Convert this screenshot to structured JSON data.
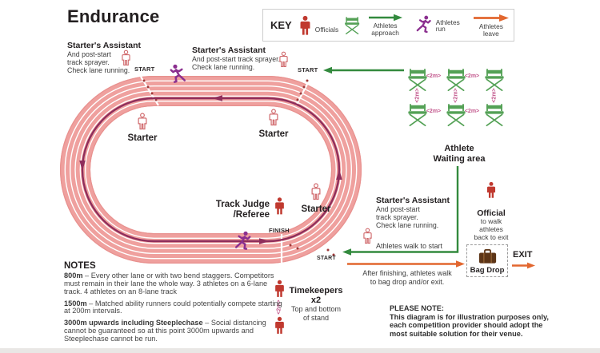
{
  "title": "Endurance",
  "key": {
    "title": "KEY",
    "officials_label": "Officials",
    "approach_label": "Athletes approach",
    "run_label": "Athletes run",
    "leave_label": "Athletes leave"
  },
  "labels": {
    "start": "START",
    "finish": "FINISH"
  },
  "officials": {
    "sa1": {
      "title": "Starter's Assistant",
      "body": "And post-start\ntrack sprayer.\nCheck lane running."
    },
    "sa2": {
      "title": "Starter's Assistant",
      "body": "And post-start track sprayer.\nCheck lane running."
    },
    "sa3": {
      "title": "Starter's Assistant",
      "body": "And post-start\ntrack sprayer.\nCheck lane running."
    },
    "starter1": "Starter",
    "starter2": "Starter",
    "starter3": "Starter",
    "track_judge": "Track Judge\n/Referee",
    "official": {
      "title": "Official",
      "body": "to walk\nathletes\nback to exit"
    },
    "timekeepers": {
      "title": "Timekeepers",
      "count": "x2",
      "body": "Top and bottom\nof stand"
    }
  },
  "waiting_area": {
    "title": "Athlete\nWaiting area",
    "spacing_label": "<2m>"
  },
  "flows": {
    "walk_to_start": "Athletes walk to start",
    "after_finish": "After finishing, athletes walk\nto bag drop and/or exit."
  },
  "bag_drop_label": "Bag Drop",
  "exit_label": "EXIT",
  "notes": {
    "title": "NOTES",
    "items": [
      {
        "lead": "800m",
        "text": " – Every other lane or with two bend staggers. Competitors must remain in their lane the whole way. 3 athletes on a 6-lane track. 4 athletes on an 8-lane track"
      },
      {
        "lead": "1500m",
        "text": " – Matched ability runners could potentially compete starting at 200m intervals."
      },
      {
        "lead": "3000m upwards including Steeplechase",
        "text": " – Social distancing cannot be guaranteed so at this point 3000m upwards and Steeplechase cannot be run."
      }
    ]
  },
  "please_note": {
    "title": "PLEASE NOTE:",
    "body": "This diagram is for illustration purposes only, each competition provider should adopt the most suitable solution for their venue."
  },
  "colors": {
    "officials_red": "#c0392f",
    "athletes_purple": "#8b2f8f",
    "approach_green": "#338a3e",
    "leave_orange": "#e2672f",
    "track_pink": "#efa09e",
    "track_line_maroon": "#8f2e5c",
    "spacing_pink": "#c2558b",
    "chair_green": "#54a156"
  }
}
